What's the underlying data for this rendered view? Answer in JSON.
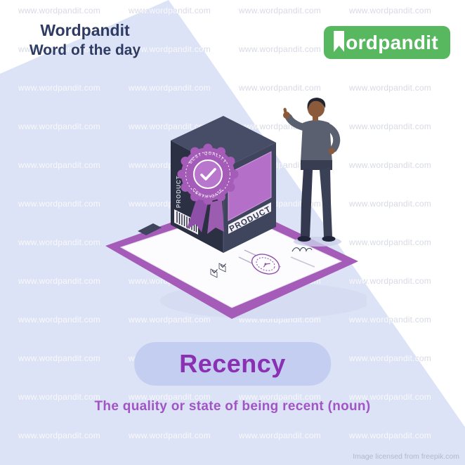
{
  "page": {
    "background_color": "#ffffff",
    "accent_lavender": "#dde3f7"
  },
  "header": {
    "brand": "Wordpandit",
    "subtitle": "Word of the day",
    "text_color": "#2e3b63"
  },
  "logo": {
    "name": "Wordpandit",
    "display_text": "ordpandit",
    "bg_color": "#57b85f",
    "icon": "bookmark-ribbon"
  },
  "watermark": {
    "text": "www.wordpandit.com"
  },
  "illustration": {
    "description": "Isometric product box with quality badge on a purple clipboard, man giving thumbs up",
    "product_label": "PRODUCT",
    "spine_label": "PRODUCT",
    "badge_top_text": "BEST QUALITY",
    "badge_bottom_text": "CERTIFICATE",
    "badge_color": "#a55cb8",
    "box_color": "#3f455c"
  },
  "word": {
    "text": "Recency",
    "pill_color": "#c4cef1",
    "text_color": "#8b2fb3"
  },
  "definition": {
    "text": "The quality or state of being recent (noun)",
    "color": "#a155c5"
  },
  "footer": {
    "credit": "Image licensed from freepik.com"
  }
}
